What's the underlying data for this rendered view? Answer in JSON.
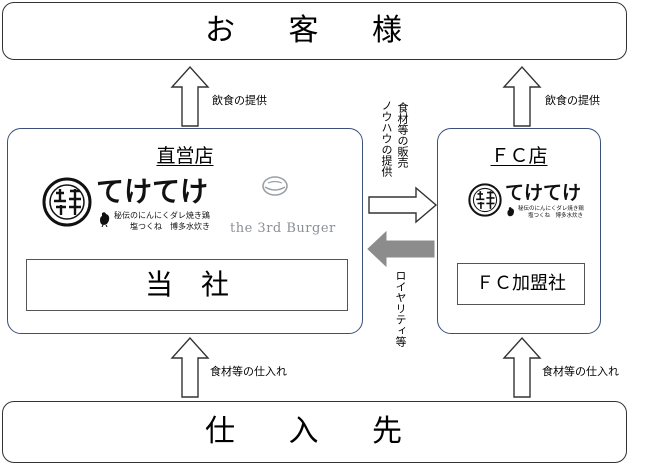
{
  "customers": {
    "label": "お 客 様"
  },
  "suppliers": {
    "label": "仕 入 先"
  },
  "direct_store": {
    "title": "直営店",
    "company_label": "当　社",
    "logo_tekete": {
      "text": "てけてけ",
      "sub1": "秘伝のにんにくダレ焼き鶏",
      "sub2": "塩つくね　博多水炊き"
    },
    "logo_burger": {
      "text": "the 3rd Burger"
    }
  },
  "fc_store": {
    "title": "ＦＣ店",
    "company_label": "ＦＣ加盟社",
    "logo_tekete": {
      "text": "てけてけ",
      "sub1": "秘伝のにんにくダレ焼き鶏",
      "sub2": "塩つくね　博多水炊き"
    }
  },
  "labels": {
    "food_service_left": "飲食の提供",
    "food_service_right": "飲食の提供",
    "purchase_left": "食材等の仕入れ",
    "purchase_right": "食材等の仕入れ",
    "sales_line1": "食材等の販売",
    "sales_line2": "ノウハウの提供",
    "royalty": "ロイヤリティ等"
  },
  "colors": {
    "royalty_arrow": "#8c8c8c",
    "fc_border": "#3a4f7a",
    "arrow_stroke": "#333333"
  }
}
